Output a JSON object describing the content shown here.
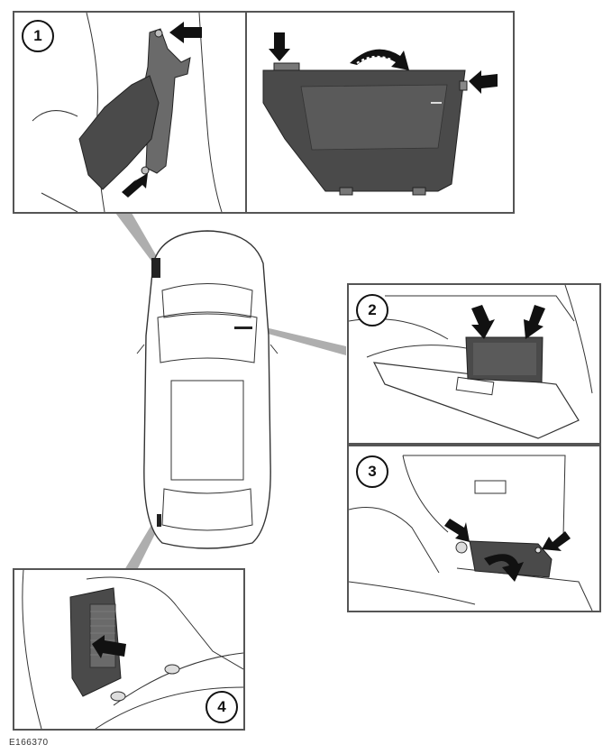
{
  "callouts": {
    "panel_1": "1",
    "panel_2": "2",
    "panel_3": "3",
    "panel_4": "4"
  },
  "figure_id": "E166370",
  "colors": {
    "line": "#333333",
    "frame": "#555555",
    "cover_dark": "#4a4a4a",
    "cover_mid": "#6a6a6a",
    "arrow": "#111111",
    "leader": "#9a9a9a"
  }
}
